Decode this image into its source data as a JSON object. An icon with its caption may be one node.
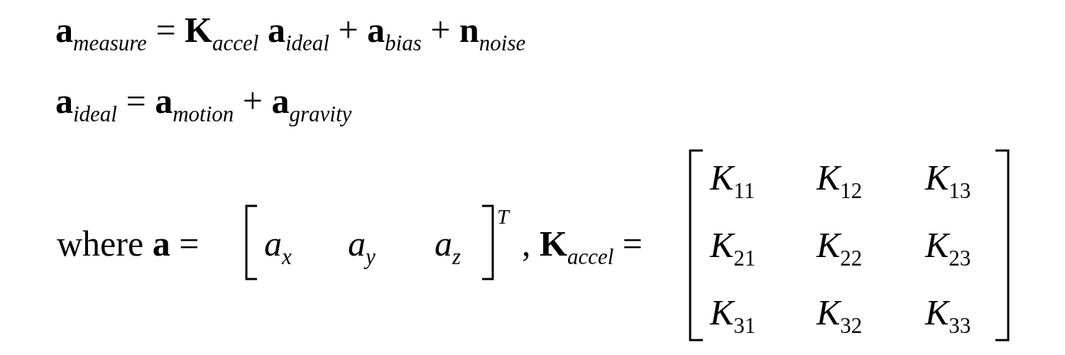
{
  "diagram": {
    "labels": [
      "**a**$_{measure}$ = **K**$_{accel}$ **a**$_{ideal}$ + **a**$_{bias}$ + **n**$_{noise}$",
      "**a**$_{ideal}$ = **a**$_{motion}$ + **a**$_{gravity}$",
      "where **a** =",
      "a$_{x}$",
      "a$_{y}$",
      "a$_{z}$",
      "T",
      ", **K**$_{accel}$ =",
      "*K*$_{11}$",
      "*K*$_{12}$",
      "*K*$_{13}$",
      "*K*$_{21}$",
      "*K*$_{22}$",
      "*K*$_{23}$",
      "*K*$_{31}$",
      "*K*$_{32}$",
      "*K*$_{33}$"
    ]
  }
}
